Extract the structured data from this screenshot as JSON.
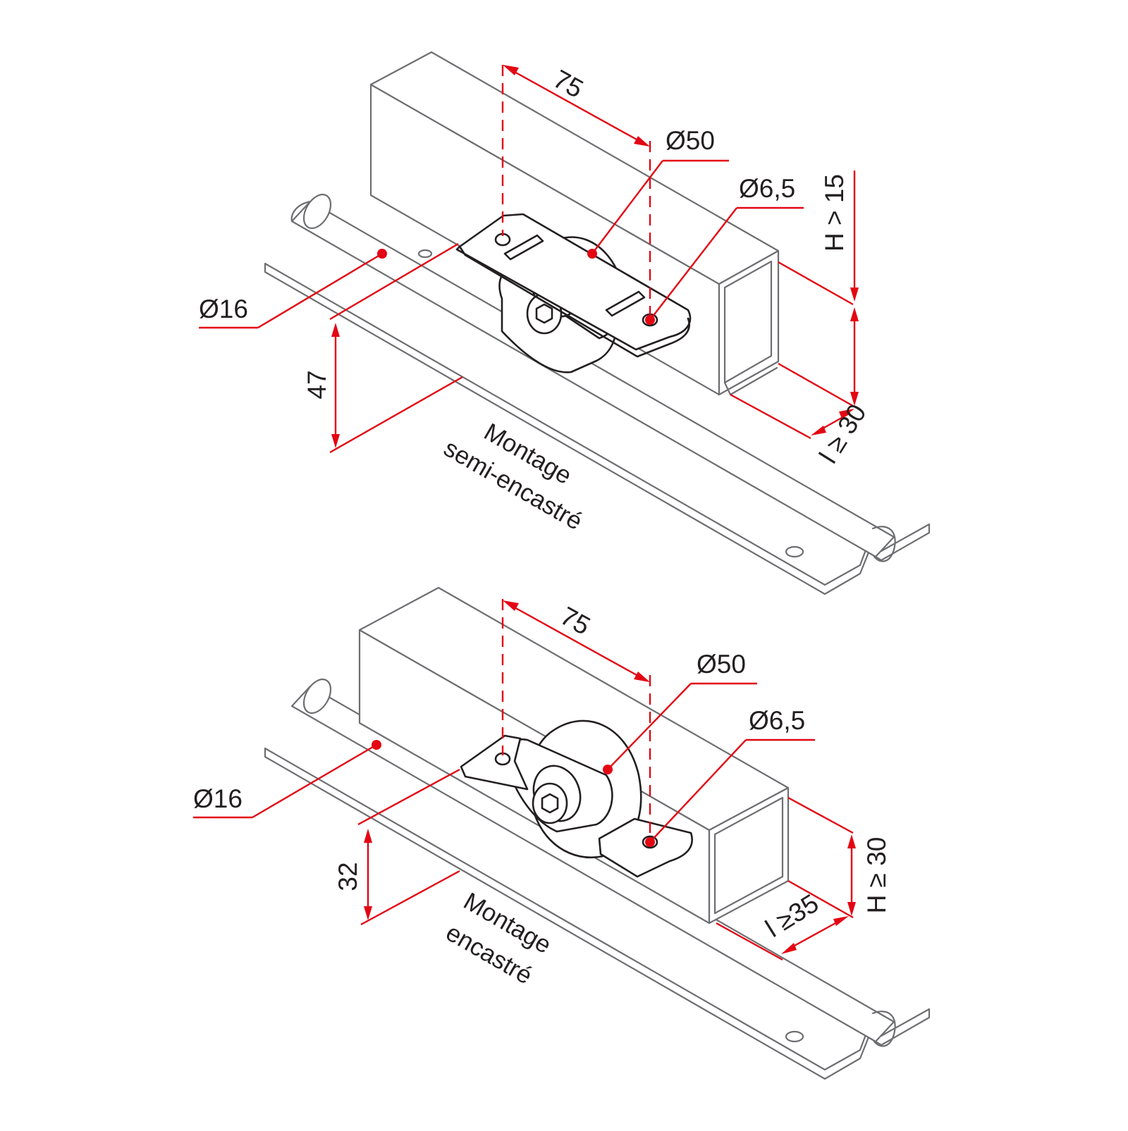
{
  "top": {
    "caption_line1": "Montage",
    "caption_line2": "semi-encastré",
    "dim_spacing": "75",
    "dim_wheel": "Ø50",
    "dim_hole": "Ø6,5",
    "dim_rail": "Ø16",
    "dim_height": "47",
    "dim_H": "H > 15",
    "dim_l": "l ≥ 30"
  },
  "bottom": {
    "caption_line1": "Montage",
    "caption_line2": "encastré",
    "dim_spacing": "75",
    "dim_wheel": "Ø50",
    "dim_hole": "Ø6,5",
    "dim_rail": "Ø16",
    "dim_height": "32",
    "dim_H": "H ≥ 30",
    "dim_l": "l ≥35"
  },
  "colors": {
    "dimension": "#e30613",
    "outline": "#6d6e71",
    "part": "#231f20"
  }
}
